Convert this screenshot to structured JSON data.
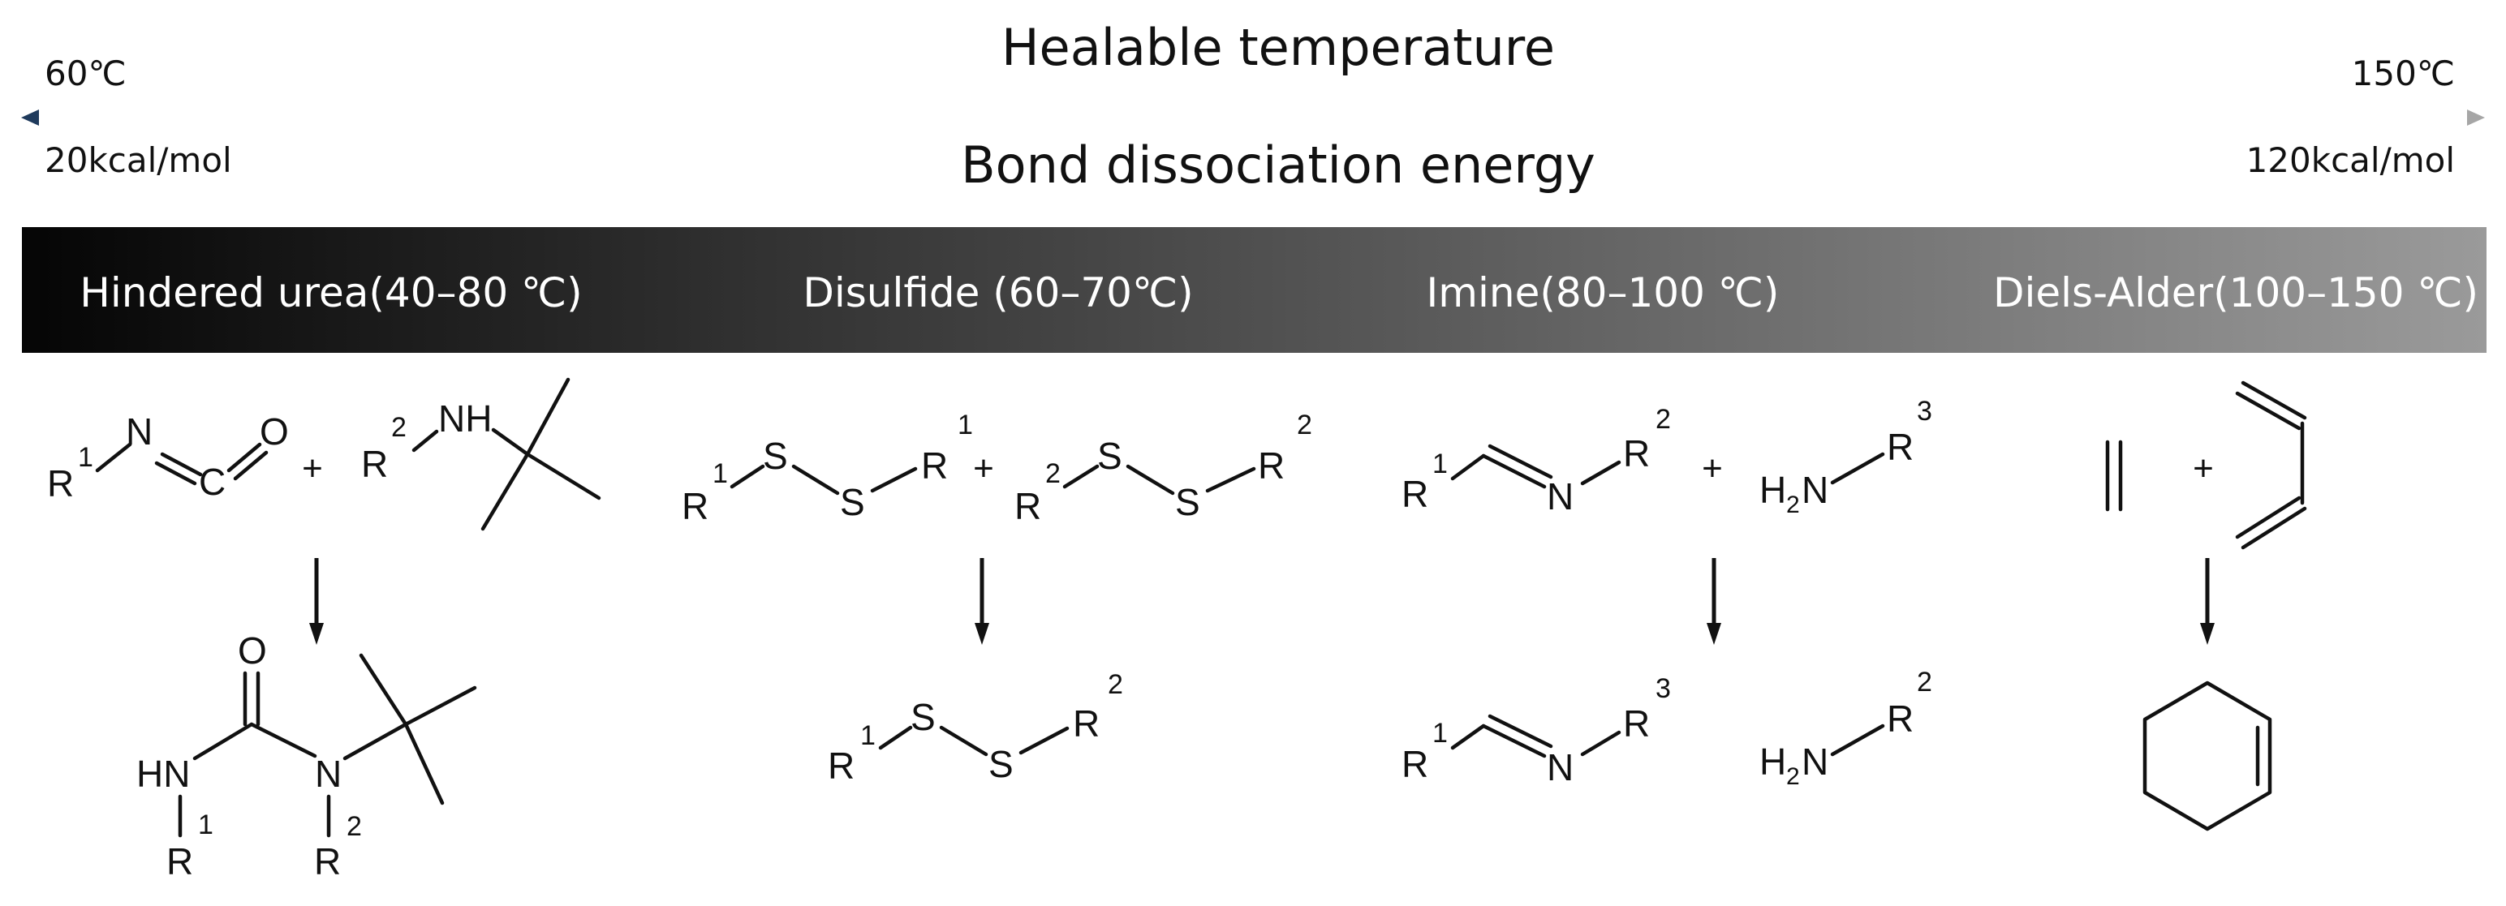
{
  "header": {
    "axis_title_top": "Healable temperature",
    "axis_title_bottom": "Bond dissociation energy",
    "temp_min": "60℃",
    "temp_max": "150℃",
    "energy_min": "20kcal/mol",
    "energy_max": "120kcal/mol"
  },
  "band": {
    "gradient_start": "#050505",
    "gradient_end": "#9a9a9a",
    "categories": [
      "Hindered urea(40–80 ℃)",
      "Disulfide (60–70℃)",
      "Imine(80–100 ℃)",
      "Diels-Alder(100–150 ℃)"
    ]
  },
  "arrow_colors": {
    "start": "#1f3a5c",
    "end": "#a6a6a6"
  },
  "atoms": {
    "R": "R",
    "N": "N",
    "C": "C",
    "O": "O",
    "S": "S",
    "NH": "NH",
    "HN": "HN",
    "H": "H",
    "two": "2",
    "sup1": "1",
    "sup2": "2",
    "sup3": "3",
    "plus": "+"
  }
}
